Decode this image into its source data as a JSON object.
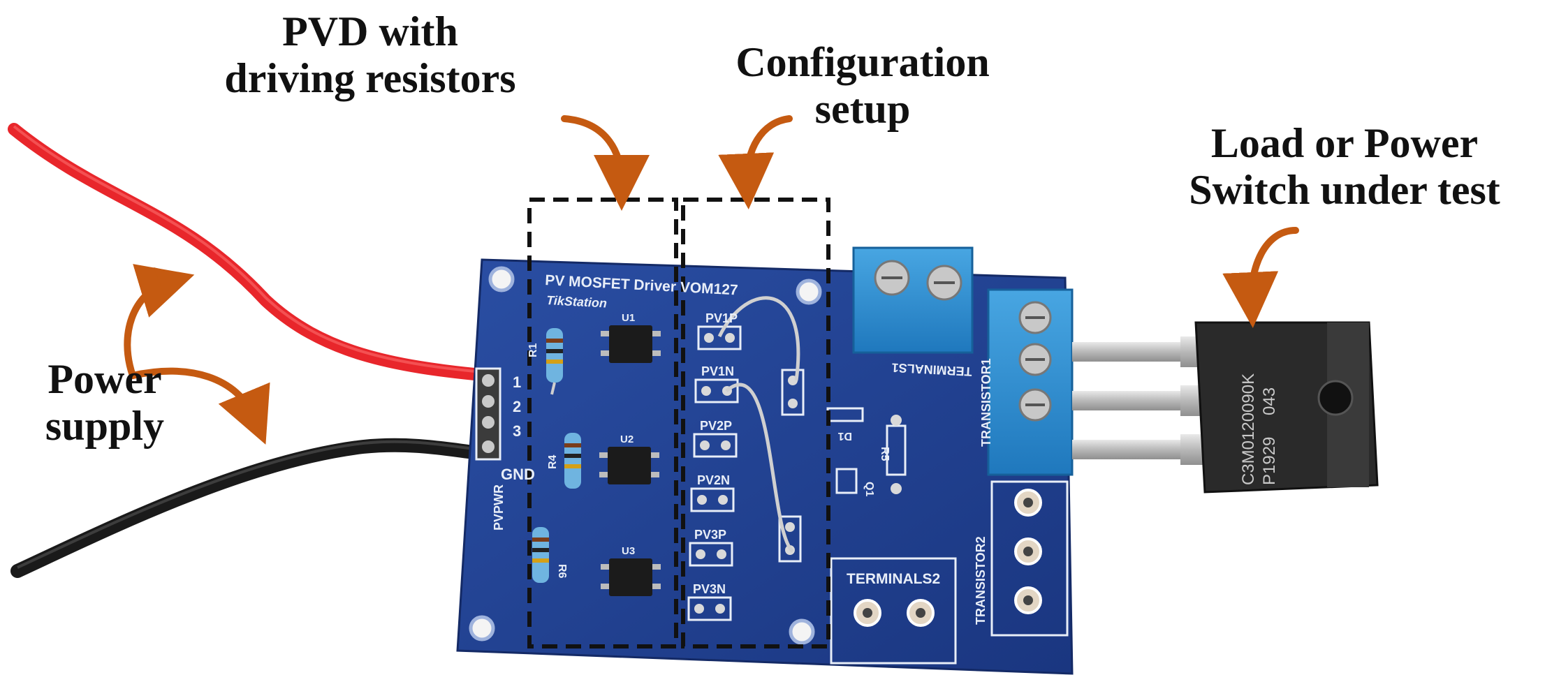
{
  "annotations": {
    "pvd": {
      "line1": "PVD with",
      "line2": "driving resistors"
    },
    "config": {
      "line1": "Configuration",
      "line2": "setup"
    },
    "load": {
      "line1": "Load or Power",
      "line2": "Switch under test"
    },
    "power": {
      "line1": "Power",
      "line2": "supply"
    }
  },
  "board": {
    "title": "PV MOSFET Driver VOM127",
    "brand": "TikStation",
    "terminals1": "TERMINALS1",
    "terminals2": "TERMINALS2",
    "transistor1": "TRANSISTOR1",
    "transistor2": "TRANSISTOR2",
    "pvpwr": "PVPWR",
    "gnd": "GND",
    "pins": [
      "1",
      "2",
      "3"
    ],
    "headers": [
      "PV1P",
      "PV1N",
      "PV2P",
      "PV2N",
      "PV3P",
      "PV3N"
    ],
    "resistors": [
      "R1",
      "R4",
      "R6"
    ],
    "ics": [
      "U1",
      "U2",
      "U3"
    ],
    "r5": "R5",
    "d1": "D1",
    "q1": "Q1"
  },
  "transistor_marking": {
    "line1": "C3M0120090K",
    "line2": "P1929",
    "line3": "043"
  },
  "colors": {
    "pcb": "#1f3f8f",
    "arrow": "#c55a11",
    "terminal": "#2f8fd0",
    "wire_red": "#e8262b",
    "wire_black": "#1a1a1a"
  }
}
